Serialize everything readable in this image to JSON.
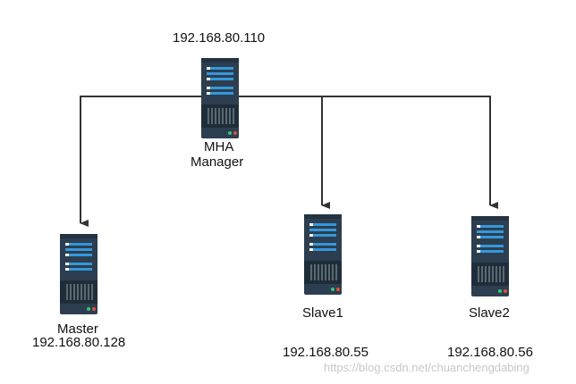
{
  "manager": {
    "ip": "192.168.80.110",
    "name_line1": "MHA",
    "name_line2": "Manager"
  },
  "master": {
    "name": "Master",
    "ip": "192.168.80.128"
  },
  "slave1": {
    "name": "Slave1",
    "ip": "192.168.80.55"
  },
  "slave2": {
    "name": "Slave2",
    "ip": "192.168.80.56"
  },
  "watermark": "https://blog.csdn.net/chuanchengdabing",
  "icons": {
    "server": "server-icon",
    "arrow": "arrow-down-icon"
  },
  "colors": {
    "server_body": "#2c3e50",
    "server_accent": "#3498db",
    "led_green": "#2ecc71",
    "led_red": "#e74c3c",
    "connector": "#333333"
  }
}
